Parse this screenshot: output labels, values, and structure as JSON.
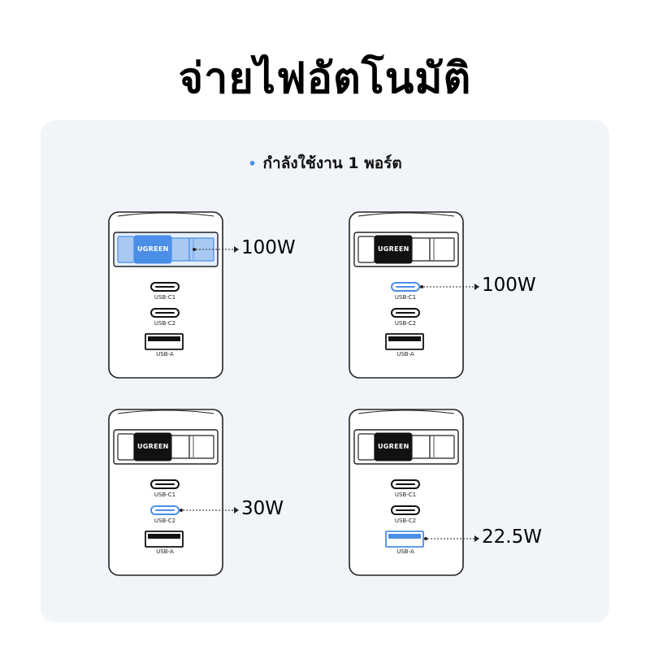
{
  "title": "จ่ายไฟอัตโนมัติ",
  "subtitle": "กำลังใช้งาน 1 พอร์ต",
  "colors": {
    "accent": "#4a8ee8",
    "panel": "#f1f4f9",
    "highlight": "#a9c9f3"
  },
  "chargers": [
    {
      "brand": "UGREEN",
      "active_port": "ac-plug",
      "ports": {
        "c1": "USB-C1",
        "c2": "USB-C2",
        "a": "USB-A"
      },
      "output": "100W"
    },
    {
      "brand": "UGREEN",
      "active_port": "usb-c1",
      "ports": {
        "c1": "USB-C1",
        "c2": "USB-C2",
        "a": "USB-A"
      },
      "output": "100W"
    },
    {
      "brand": "UGREEN",
      "active_port": "usb-c2",
      "ports": {
        "c1": "USB-C1",
        "c2": "USB-C2",
        "a": "USB-A"
      },
      "output": "30W"
    },
    {
      "brand": "UGREEN",
      "active_port": "usb-a",
      "ports": {
        "c1": "USB-C1",
        "c2": "USB-C2",
        "a": "USB-A"
      },
      "output": "22.5W"
    }
  ]
}
